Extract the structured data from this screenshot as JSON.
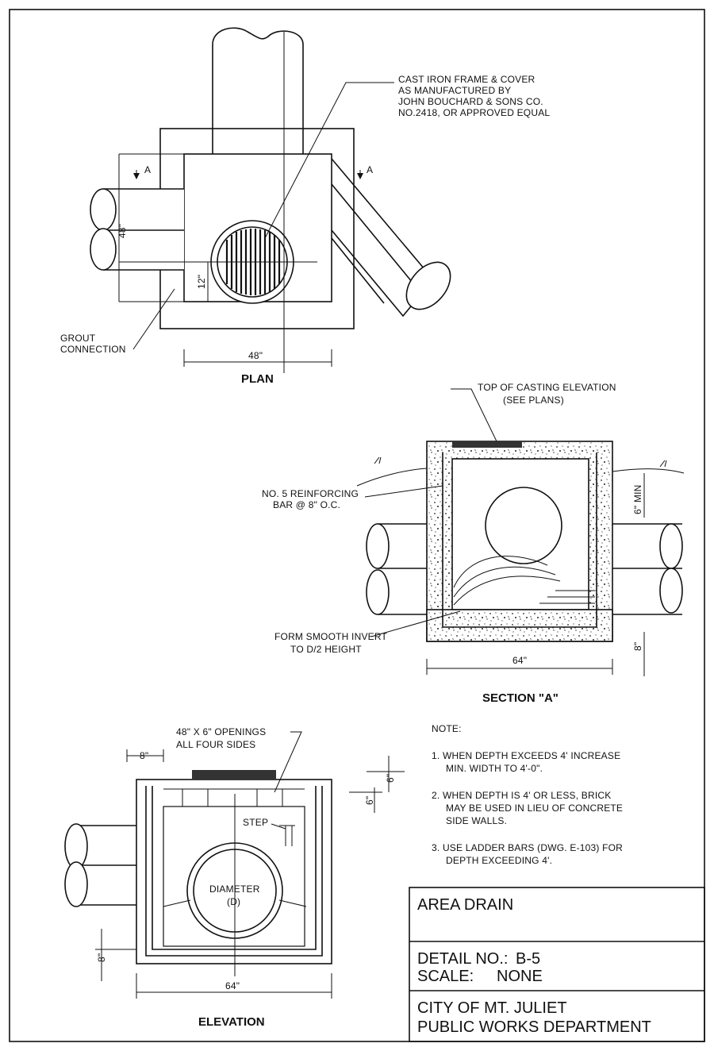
{
  "plan": {
    "title": "PLAN",
    "casting_note": [
      "CAST IRON FRAME & COVER",
      "AS MANUFACTURED BY",
      "JOHN BOUCHARD & SONS CO.",
      "NO.2418, OR APPROVED EQUAL"
    ],
    "grout_note": [
      "GROUT",
      "CONNECTION"
    ],
    "section_mark": "A",
    "dim_width": "48\"",
    "dim_side": "48\"",
    "dim_offset": "12\""
  },
  "section": {
    "title": "SECTION \"A\"",
    "top_note": [
      "TOP OF CASTING ELEVATION",
      "(SEE PLANS)"
    ],
    "rebar_note": [
      "NO. 5 REINFORCING",
      "BAR @ 8\" O.C."
    ],
    "invert_note": [
      "FORM SMOOTH INVERT",
      "TO D/2 HEIGHT"
    ],
    "dim_min": "6\" MIN",
    "dim_width": "64\"",
    "dim_base": "8\""
  },
  "elevation": {
    "title": "ELEVATION",
    "openings_note": [
      "48\" X 6\" OPENINGS",
      "ALL FOUR SIDES"
    ],
    "step_label": "STEP",
    "diameter_label": [
      "DIAMETER",
      "(D)"
    ],
    "dim_wall": "8\"",
    "dim_top": "6\"",
    "dim_open": "6\"",
    "dim_base": "8\"",
    "dim_width": "64\""
  },
  "notes": {
    "heading": "NOTE:",
    "items": [
      [
        "1. WHEN DEPTH EXCEEDS 4' INCREASE",
        "MIN. WIDTH TO 4'-0\"."
      ],
      [
        "2. WHEN DEPTH IS 4' OR LESS, BRICK",
        "MAY BE USED IN LIEU OF CONCRETE",
        "SIDE WALLS."
      ],
      [
        "3. USE LADDER BARS (DWG. E-103) FOR",
        "DEPTH EXCEEDING 4'."
      ]
    ]
  },
  "title_block": {
    "drawing_title": "AREA DRAIN",
    "detail_label": "DETAIL NO.:",
    "detail_value": "B-5",
    "scale_label": "SCALE:",
    "scale_value": "NONE",
    "agency_line1": "CITY OF MT. JULIET",
    "agency_line2": "PUBLIC WORKS DEPARTMENT"
  }
}
